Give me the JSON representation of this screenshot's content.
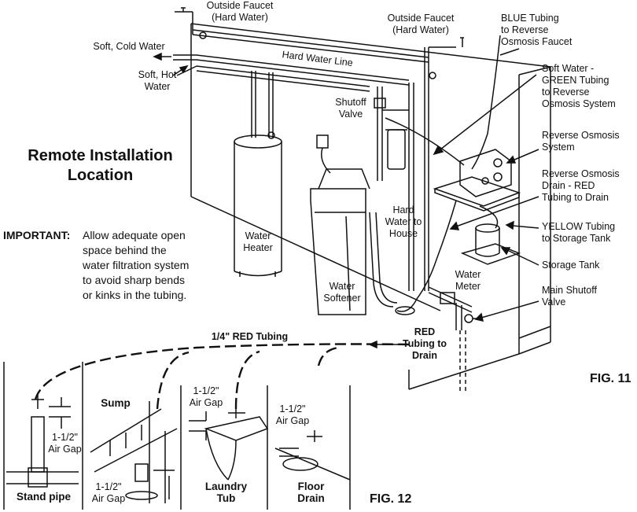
{
  "title": "Remote Installation\nLocation",
  "important": {
    "label": "IMPORTANT:",
    "text": "Allow adequate open\nspace behind the\nwater filtration system\nto avoid sharp bends\nor kinks in the tubing."
  },
  "labels": {
    "outside_faucet_left": "Outside Faucet\n(Hard Water)",
    "outside_faucet_right": "Outside Faucet\n(Hard Water)",
    "blue_tubing": "BLUE Tubing\nto Reverse\nOsmosis Faucet",
    "soft_cold": "Soft, Cold Water",
    "soft_hot": "Soft, Hot\nWater",
    "hard_water_line": "Hard Water Line",
    "shutoff_valve": "Shutoff\nValve",
    "soft_water_green": "Soft Water -\nGREEN Tubing\nto Reverse\nOsmosis System",
    "ro_system": "Reverse Osmosis\nSystem",
    "ro_drain": "Reverse Osmosis\nDrain - RED\nTubing to Drain",
    "yellow_tubing": "YELLOW Tubing\nto Storage Tank",
    "storage_tank": "Storage Tank",
    "water_heater": "Water\nHeater",
    "water_softener": "Water\nSoftener",
    "hard_water_to_house": "Hard\nWater to\nHouse",
    "water_meter": "Water\nMeter",
    "main_shutoff": "Main Shutoff\nValve",
    "red_tubing_drain": "RED\nTubing to\nDrain",
    "quarter_red_tubing": "1/4\" RED Tubing"
  },
  "fig11": "FIG. 11",
  "fig12": "FIG. 12",
  "drain_panels": {
    "stand_pipe": "Stand pipe",
    "stand_pipe_gap": "1-1/2\"\nAir Gap",
    "sump": "Sump",
    "sump_gap": "1-1/2\"\nAir Gap",
    "laundry_gap": "1-1/2\"\nAir Gap",
    "laundry_tub": "Laundry\nTub",
    "floor_gap": "1-1/2\"\nAir Gap",
    "floor_drain": "Floor\nDrain"
  }
}
